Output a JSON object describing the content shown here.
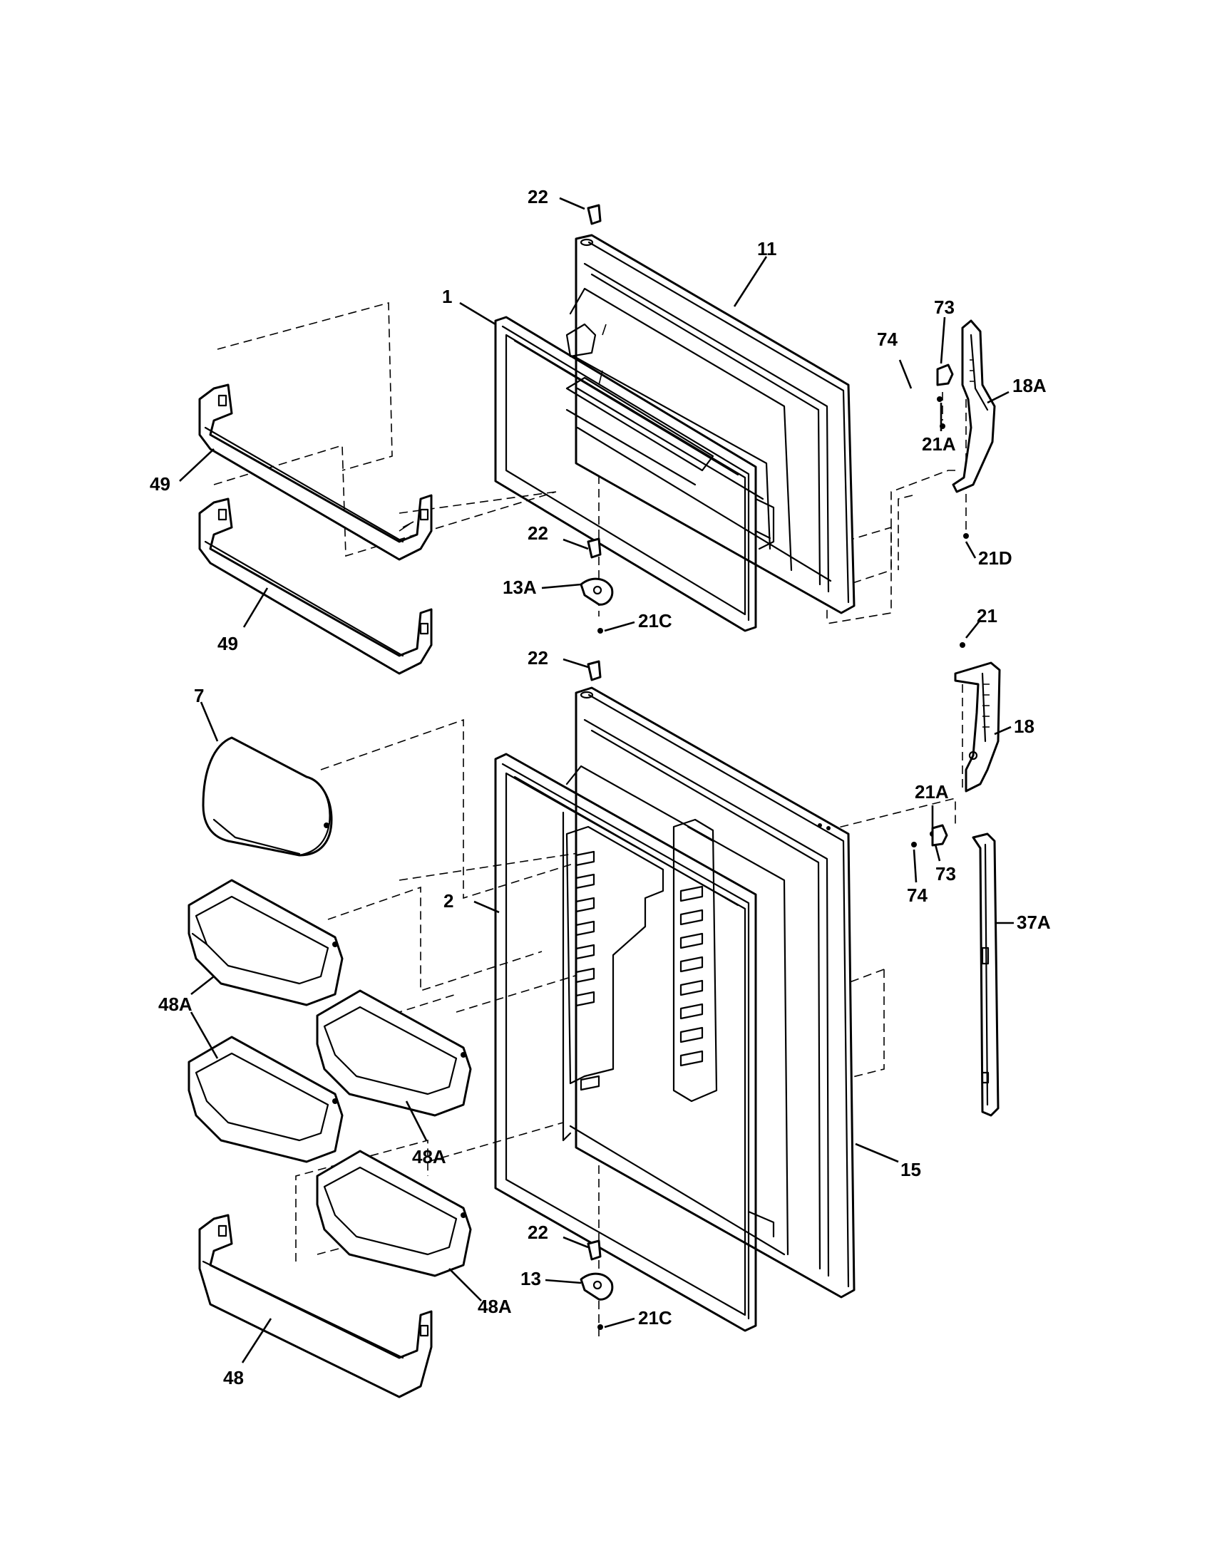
{
  "labels": {
    "p22a": "22",
    "p11": "11",
    "p1": "1",
    "p73a": "73",
    "p74a": "74",
    "p18a": "18A",
    "p21a_top": "21A",
    "p49a": "49",
    "p49b": "49",
    "p22b": "22",
    "p13a": "13A",
    "p21c_top": "21C",
    "p21d": "21D",
    "p22c": "22",
    "p21": "21",
    "p7": "7",
    "p18": "18",
    "p21a_bot": "21A",
    "p2": "2",
    "p73b": "73",
    "p74b": "74",
    "p37a": "37A",
    "p48a_1": "48A",
    "p48a_2": "48A",
    "p15": "15",
    "p22d": "22",
    "p13": "13",
    "p48a_3": "48A",
    "p21c_bot": "21C",
    "p48": "48"
  }
}
